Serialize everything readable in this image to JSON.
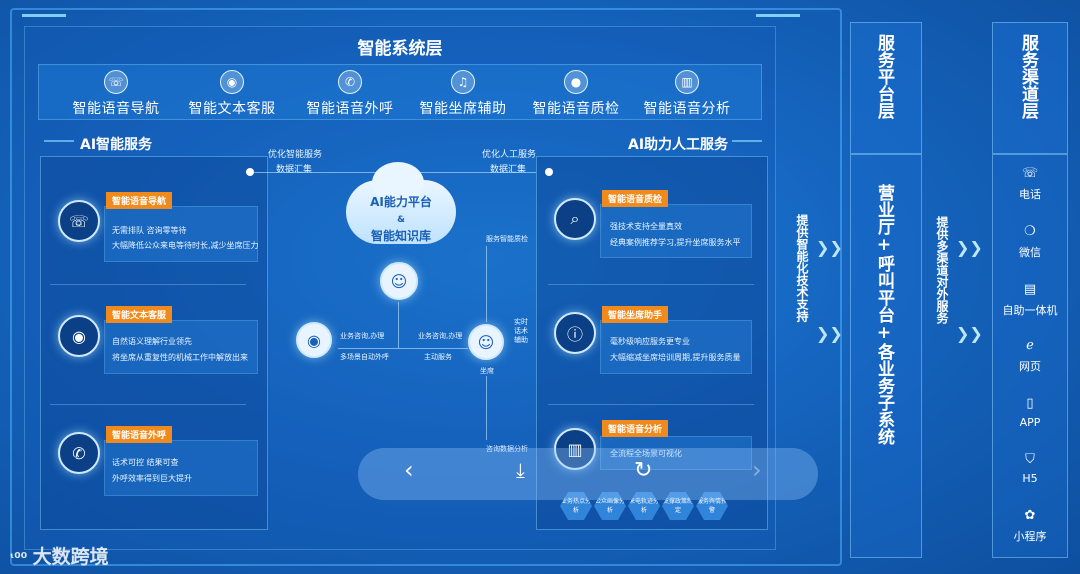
{
  "system_layer": {
    "title": "智能系统层",
    "items": [
      {
        "label": "智能语音导航",
        "icon": "phone-icon"
      },
      {
        "label": "智能文本客服",
        "icon": "robot-icon"
      },
      {
        "label": "智能语音外呼",
        "icon": "phone-call-icon"
      },
      {
        "label": "智能坐席辅助",
        "icon": "headset-icon"
      },
      {
        "label": "智能语音质检",
        "icon": "droplet-icon"
      },
      {
        "label": "智能语音分析",
        "icon": "chart-icon"
      }
    ]
  },
  "ai_service": {
    "title": "AI智能服务",
    "cards": [
      {
        "tag": "智能语音导航",
        "lines": [
          "无需排队 咨询零等待",
          "大幅降低公众来电等待时长,减少坐席压力"
        ]
      },
      {
        "tag": "智能文本客服",
        "lines": [
          "自然语义理解行业领先",
          "将坐席从重复性的机械工作中解放出来"
        ]
      },
      {
        "tag": "智能语音外呼",
        "lines": [
          "话术可控 结果可查",
          "外呼效率得到巨大提升"
        ]
      }
    ]
  },
  "human_service": {
    "title": "AI助力人工服务",
    "cards": [
      {
        "tag": "智能语音质检",
        "lines": [
          "强技术支持全量真效",
          "经典案例推荐学习,提升坐席服务水平"
        ]
      },
      {
        "tag": "智能坐席助手",
        "lines": [
          "毫秒级响应服务更专业",
          "大幅缩减坐席培训周期,提升服务质量"
        ]
      },
      {
        "tag": "智能语音分析",
        "lines": [
          "全流程全场景可视化"
        ]
      }
    ],
    "hexes": [
      "业务热点分析",
      "公众画像分析",
      "来电轨迹分析",
      "支撑政策制定",
      "服务舆情预警"
    ]
  },
  "center": {
    "platform_line1": "AI能力平台",
    "platform_amp": "&",
    "platform_line2": "智能知识库",
    "left_top_1": "优化智能服务",
    "left_top_2": "数据汇集",
    "right_top_1": "优化人工服务",
    "right_top_2": "数据汇集",
    "robot_label_1": "业务咨询,办理",
    "robot_label_2": "多场景自动外呼",
    "agent_label_1": "业务咨询,办理",
    "agent_label_2": "主动服务",
    "agent_name": "坐席",
    "assist_label": "实时话术辅助",
    "service_intel": "服务智能质检",
    "consult_data": "咨询数据分析"
  },
  "platform_layer": {
    "title": "服务平台层",
    "subtitle": "提供智能化技术支持",
    "body": "营业厅+呼叫平台+各业务子系统"
  },
  "channel_layer": {
    "title": "服务渠道层",
    "subtitle": "提供多渠道对外服务",
    "channels": [
      {
        "label": "电话",
        "icon": "phone-icon"
      },
      {
        "label": "微信",
        "icon": "wechat-icon"
      },
      {
        "label": "自助一体机",
        "icon": "kiosk-icon"
      },
      {
        "label": "网页",
        "icon": "browser-icon"
      },
      {
        "label": "APP",
        "icon": "mobile-icon"
      },
      {
        "label": "H5",
        "icon": "html5-icon"
      },
      {
        "label": "小程序",
        "icon": "miniprogram-icon"
      }
    ]
  },
  "watermark": "大数跨境"
}
